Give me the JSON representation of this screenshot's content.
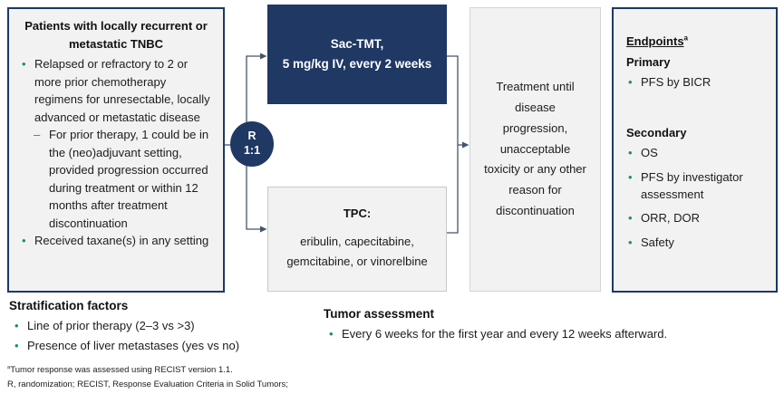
{
  "colors": {
    "navy": "#1f3864",
    "box_fill": "#f2f2f2",
    "bullet_green": "#189070",
    "connector": "#44546a"
  },
  "patient_box": {
    "title": "Patients with locally recurrent or metastatic TNBC",
    "bullet1": "Relapsed or refractory to 2 or more prior chemotherapy regimens for unresectable, locally advanced or metastatic disease",
    "sub_bullet": "For prior therapy, 1 could be in the (neo)adjuvant setting, provided progression occurred during treatment or within 12 months after treatment discontinuation",
    "bullet2": "Received taxane(s) in any setting"
  },
  "randomization": {
    "line1": "R",
    "line2": "1:1"
  },
  "sac_tmt_box": {
    "line1": "Sac-TMT,",
    "line2": "5 mg/kg IV, every 2 weeks"
  },
  "tpc_box": {
    "title": "TPC:",
    "body": "eribulin, capecitabine, gemcitabine, or vinorelbine"
  },
  "treatment_box": {
    "text": "Treatment until disease progression, unacceptable toxicity or any other reason for discontinuation"
  },
  "endpoints_box": {
    "title": "Endpoints",
    "title_superscript": "a",
    "primary_label": "Primary",
    "primary_items": [
      "PFS by BICR"
    ],
    "secondary_label": "Secondary",
    "secondary_items": [
      "OS",
      "PFS by investigator assessment",
      "ORR, DOR",
      "Safety"
    ]
  },
  "stratification": {
    "heading": "Stratification factors",
    "items": [
      "Line of prior therapy (2–3 vs >3)",
      "Presence of liver metastases (yes vs no)"
    ]
  },
  "tumor_assessment": {
    "heading": "Tumor assessment",
    "items": [
      "Every 6 weeks for the first year and every 12 weeks afterward."
    ]
  },
  "footnotes": {
    "line1_superscript": "a",
    "line1": "Tumor response was assessed using RECIST version 1.1.",
    "line2": "R, randomization; RECIST, Response Evaluation Criteria in Solid Tumors;"
  }
}
